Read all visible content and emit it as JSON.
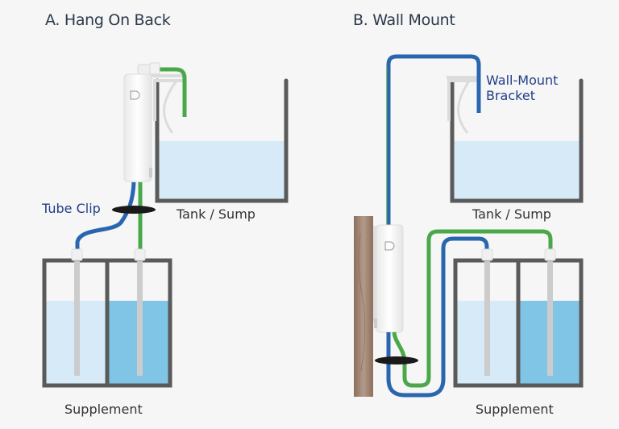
{
  "panels": [
    {
      "title": "A. Hang On Back",
      "labels": {
        "tube_clip": "Tube Clip",
        "tank": "Tank / Sump",
        "supplement": "Supplement"
      }
    },
    {
      "title": "B. Wall Mount",
      "labels": {
        "bracket_line1": "Wall-Mount",
        "bracket_line2": "Bracket",
        "tank": "Tank / Sump",
        "supplement": "Supplement"
      }
    }
  ],
  "colors": {
    "background": "#f6f6f6",
    "tube_blue": "#2a66b0",
    "tube_green": "#4aa84a",
    "tank_wall": "#5a5a5a",
    "water_light": "#d6eaf7",
    "water_dark": "#80c4e6",
    "wood": "#9c7f6c",
    "label_blue": "#1f3f87"
  }
}
